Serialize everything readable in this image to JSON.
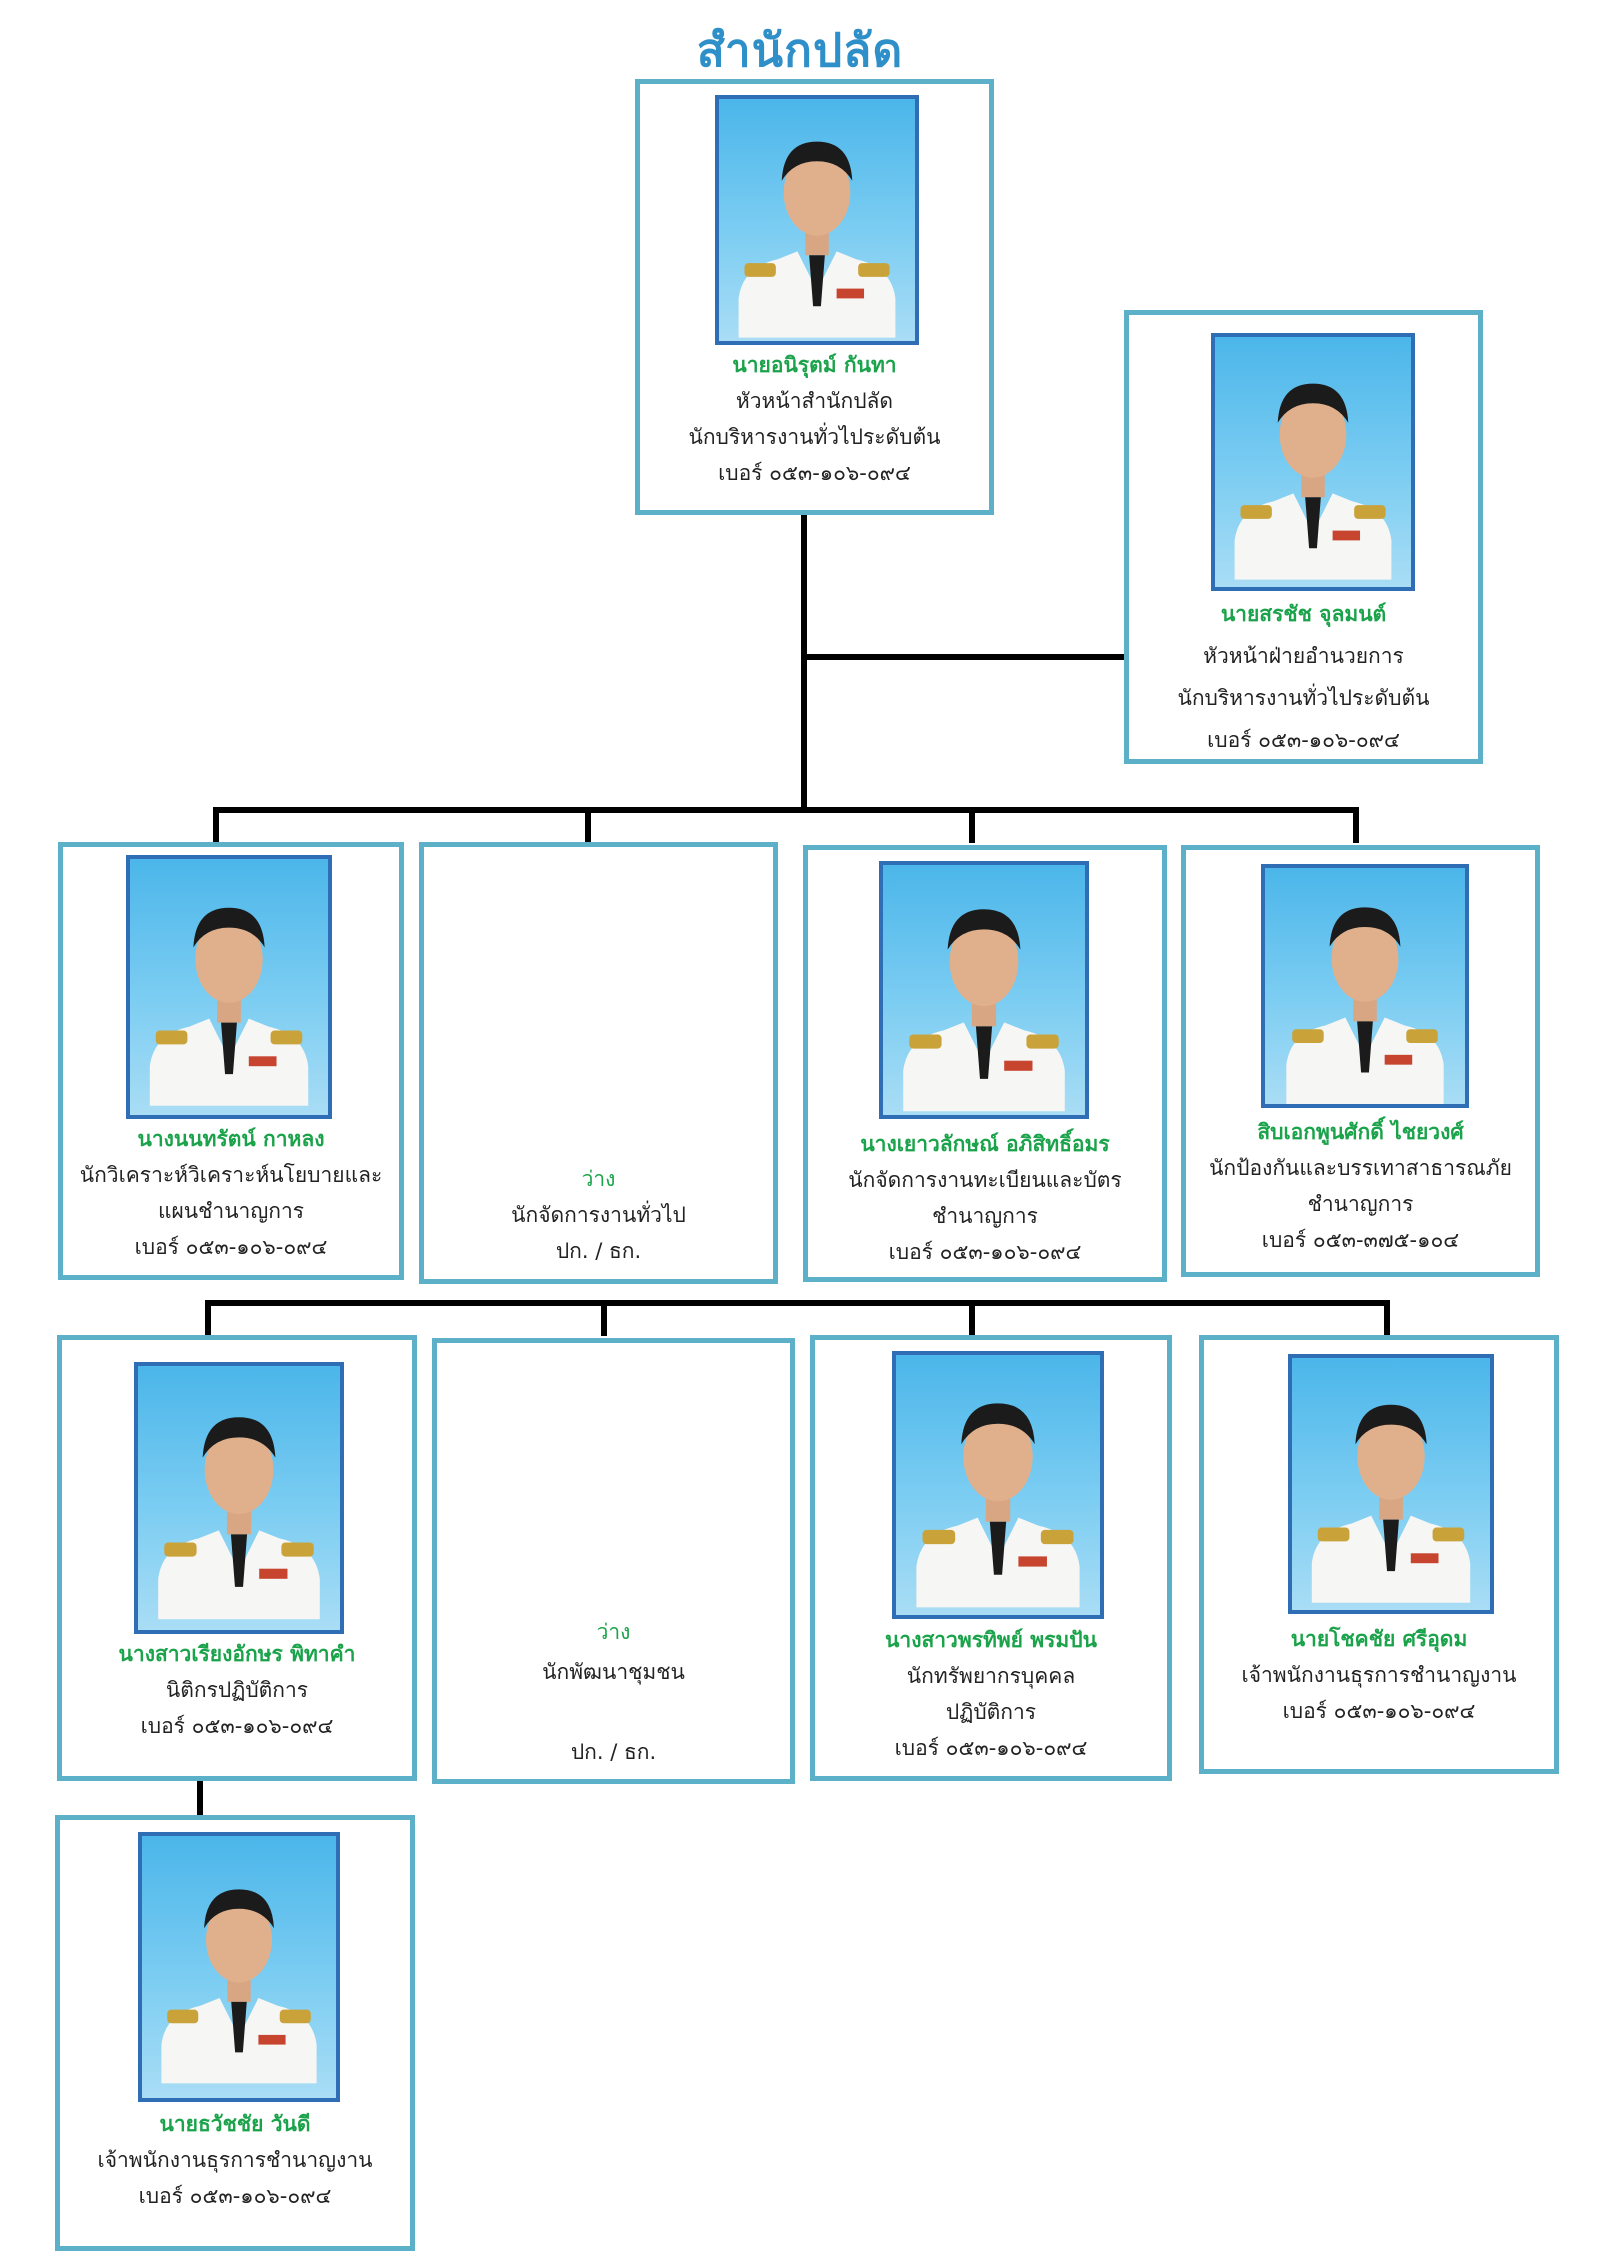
{
  "page": {
    "title": "สำนักปลัด"
  },
  "colors": {
    "title": "#2f8fc8",
    "card_border": "#5cb1c9",
    "name": "#1aa34a",
    "photo_border": "#2f6db4"
  },
  "head": {
    "name": "นายอนิรุตม์   กันทา",
    "line1": "หัวหน้าสำนักปลัด",
    "line2": "นักบริหารงานทั่วไประดับต้น",
    "phone": "เบอร์ ๐๕๓-๑๐๖-๐๙๔"
  },
  "deputy": {
    "name": "นายสรชัช จุลมนต์",
    "line1": "หัวหน้าฝ่ายอำนวยการ",
    "line2": "นักบริหารงานทั่วไประดับต้น",
    "phone": "เบอร์ ๐๕๓-๑๐๖-๐๙๔"
  },
  "row1": [
    {
      "name": "นางนนทรัตน์   กาหลง",
      "line1": "นักวิเคราะห์วิเคราะห์นโยบายและ",
      "line2": "แผนชำนาญการ",
      "phone": "เบอร์ ๐๕๓-๑๐๖-๐๙๔"
    },
    {
      "name": "ว่าง",
      "line1": "นักจัดการงานทั่วไป",
      "line2": "ปก. / ธก."
    },
    {
      "name": "นางเยาวลักษณ์ อภิสิทธิ์อมร",
      "line1": "นักจัดการงานทะเบียนและบัตร",
      "line2": "ชำนาญการ",
      "phone": "เบอร์ ๐๕๓-๑๐๖-๐๙๔"
    },
    {
      "name": "สิบเอกพูนศักดิ์   ไชยวงศ์",
      "line1": "นักป้องกันและบรรเทาสาธารณภัย",
      "line2": "ชำนาญการ",
      "phone": "เบอร์ ๐๕๓-๓๗๕-๑๐๔"
    }
  ],
  "row2": [
    {
      "name": "นางสาวเรียงอักษร พิทาคำ",
      "line1": "นิติกรปฏิบัติการ",
      "phone": "เบอร์ ๐๕๓-๑๐๖-๐๙๔"
    },
    {
      "name": "ว่าง",
      "line1": "นักพัฒนาชุมชน",
      "line2": "ปก. / ธก."
    },
    {
      "name": "นางสาวพรทิพย์   พรมปัน",
      "line1": "นักทรัพยากรบุคคล",
      "line2": "ปฏิบัติการ",
      "phone": "เบอร์ ๐๕๓-๑๐๖-๐๙๔"
    },
    {
      "name": "นายโชคชัย   ศรีอุดม",
      "line1": "เจ้าพนักงานธุรการชำนาญงาน",
      "phone": "เบอร์ ๐๕๓-๑๐๖-๐๙๔"
    }
  ],
  "row3": [
    {
      "name": "นายธวัชชัย   วันดี",
      "line1": "เจ้าพนักงานธุรการชำนาญงาน",
      "phone": "เบอร์ ๐๕๓-๑๐๖-๐๙๔"
    }
  ]
}
